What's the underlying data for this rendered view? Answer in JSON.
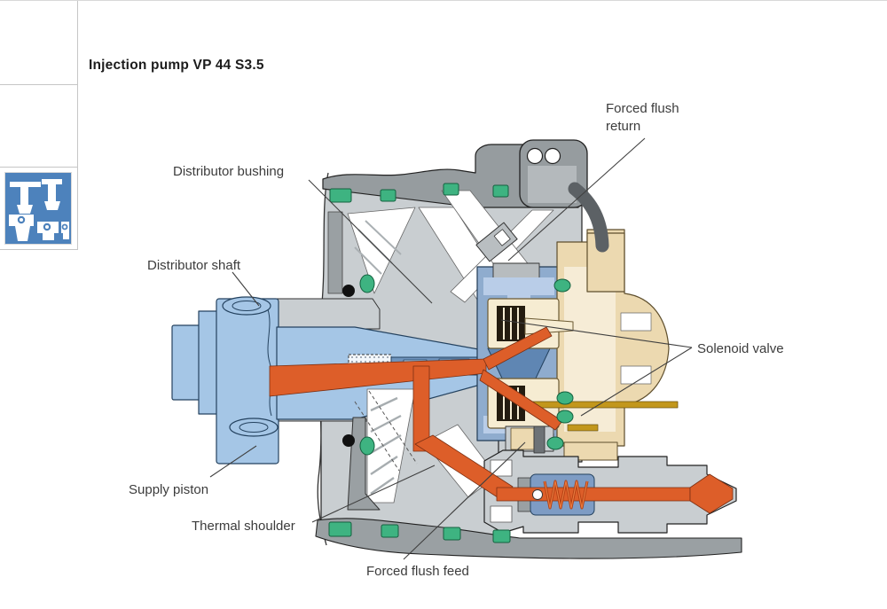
{
  "title": "Injection pump VP 44 S3.5",
  "sidebar": {
    "thumbnail_icon": "pistons-valves-thumbnail",
    "thumbnail_count": 3
  },
  "diagram": {
    "labels": {
      "forced_flush_return": "Forced flush return",
      "distributor_bushing": "Distributor bushing",
      "distributor_shaft": "Distributor shaft",
      "solenoid_valve": "Solenoid valve",
      "supply_piston": "Supply piston",
      "thermal_shoulder": "Thermal shoulder",
      "forced_flush_feed": "Forced flush feed"
    },
    "colors": {
      "housing_light": "#c9ced1",
      "housing_dark": "#979da0",
      "shaft_blue": "#a5c6e6",
      "component_blue": "#8facce",
      "fuel_orange": "#dd5e29",
      "seal_green": "#3eb381",
      "solenoid_tan": "#ecd9b0",
      "solenoid_cream": "#f6ecd2",
      "pin_gold": "#c2971c",
      "cable_gray": "#5c6165",
      "thumbnail_blue": "#4d82bc"
    }
  }
}
